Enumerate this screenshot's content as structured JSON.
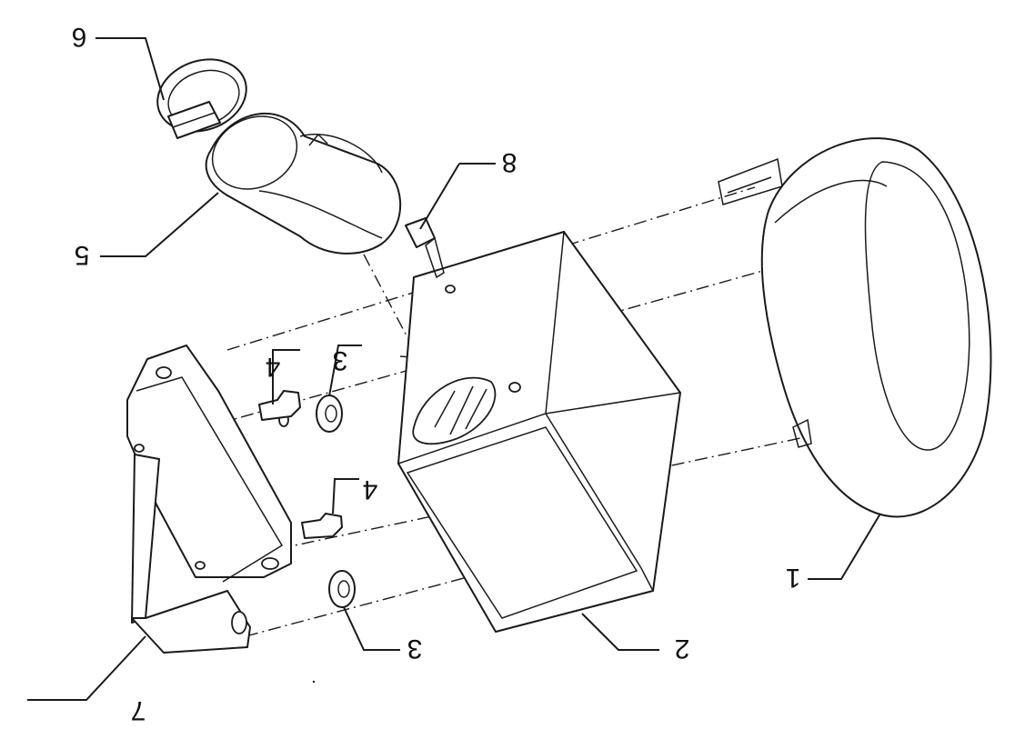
{
  "callouts": {
    "c1": "1",
    "c2": "2",
    "c3a": "3",
    "c3b": "3",
    "c4a": "4",
    "c4b": "4",
    "c5": "5",
    "c6": "6",
    "c7": "7",
    "c8": "8"
  },
  "colors": {
    "line": "#1a1a1a",
    "background": "#ffffff"
  }
}
